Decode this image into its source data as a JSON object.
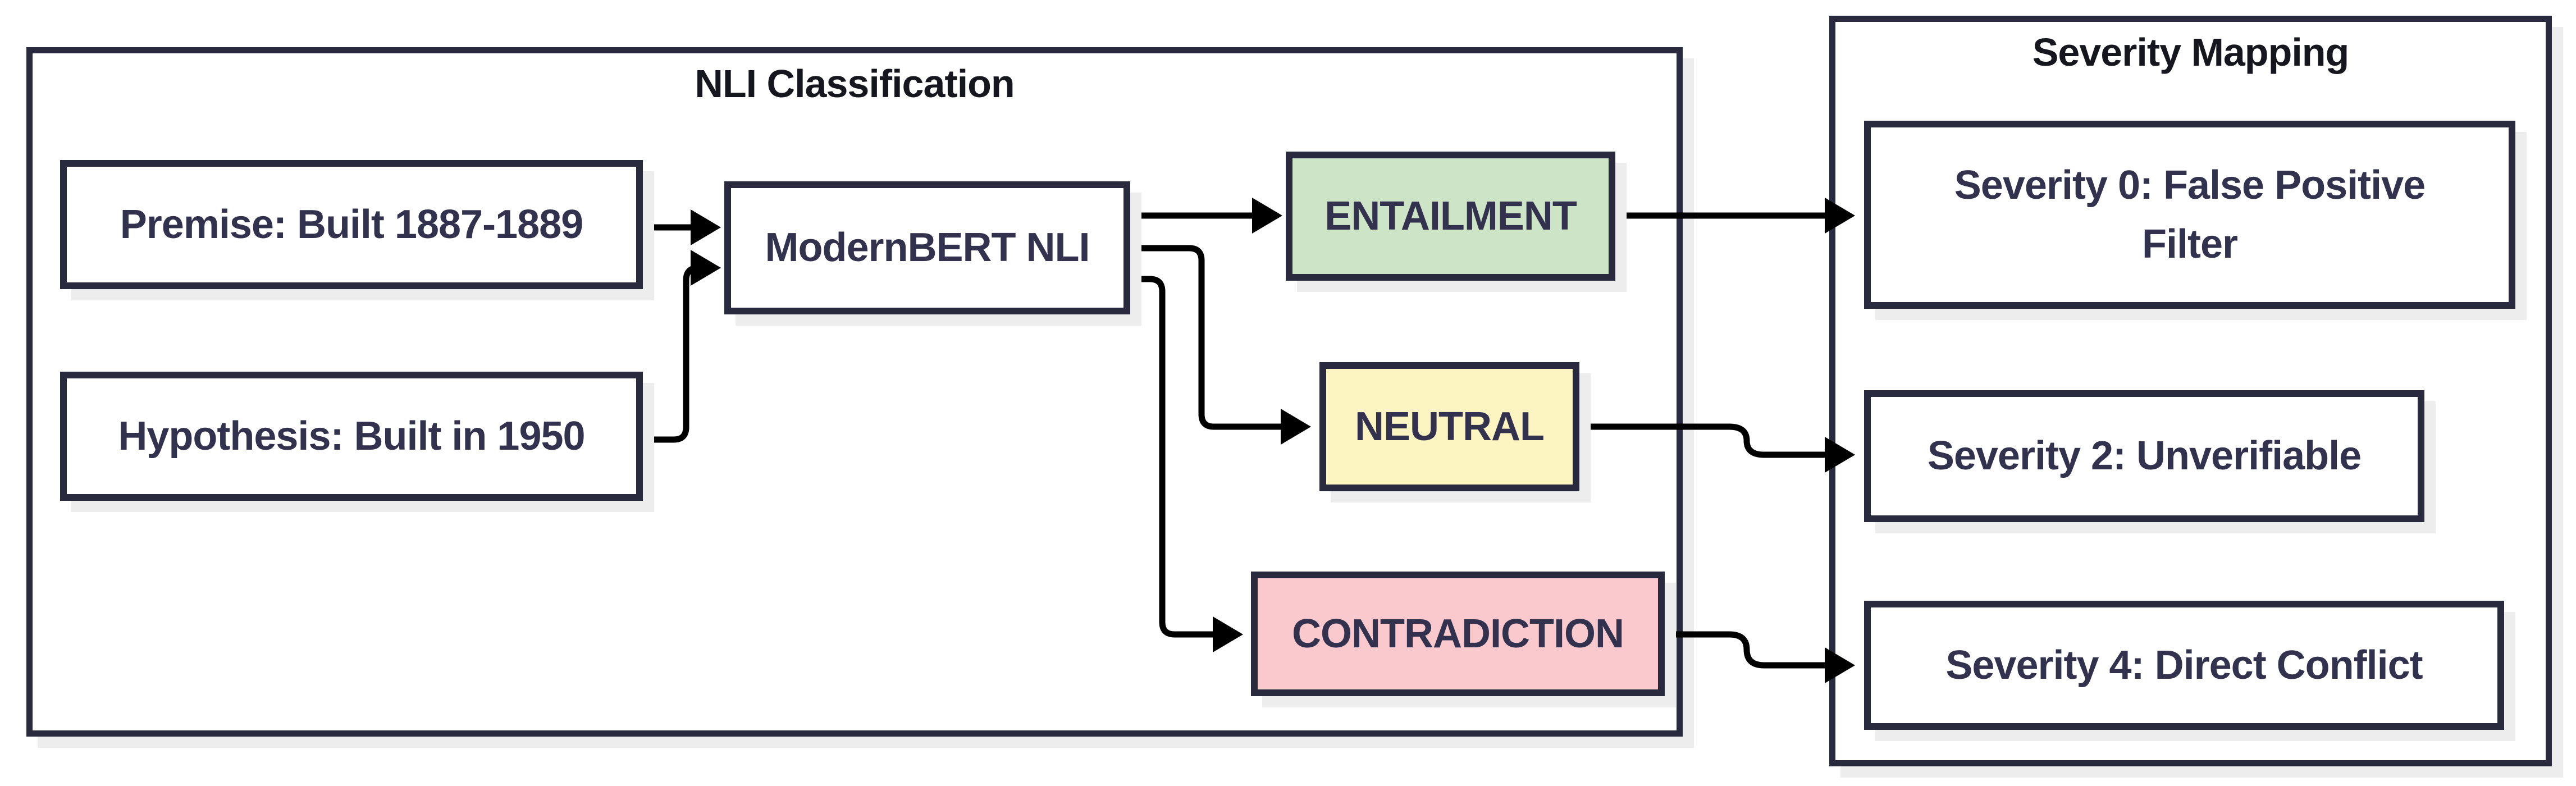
{
  "diagram": {
    "clusters": {
      "nli": {
        "title": "NLI Classification"
      },
      "severity": {
        "title": "Severity Mapping"
      }
    },
    "nodes": {
      "premise": {
        "label": "Premise: Built 1887-1889"
      },
      "hypothesis": {
        "label": "Hypothesis: Built in 1950"
      },
      "model": {
        "label": "ModernBERT NLI"
      },
      "entailment": {
        "label": "ENTAILMENT"
      },
      "neutral": {
        "label": "NEUTRAL"
      },
      "contradiction": {
        "label": "CONTRADICTION"
      },
      "sev0": {
        "label": "Severity 0: False Positive\nFilter"
      },
      "sev2": {
        "label": "Severity 2: Unverifiable"
      },
      "sev4": {
        "label": "Severity 4: Direct Conflict"
      }
    },
    "edges": [
      {
        "from": "premise",
        "to": "model"
      },
      {
        "from": "hypothesis",
        "to": "model"
      },
      {
        "from": "model",
        "to": "entailment"
      },
      {
        "from": "model",
        "to": "neutral"
      },
      {
        "from": "model",
        "to": "contradiction"
      },
      {
        "from": "entailment",
        "to": "sev0"
      },
      {
        "from": "neutral",
        "to": "sev2"
      },
      {
        "from": "contradiction",
        "to": "sev4"
      }
    ],
    "colors": {
      "bg": "#ffffff",
      "ink": "#2a2a3e",
      "text": "#32324e",
      "title": "#16161f",
      "arrow": "#000000",
      "shadow": "#ededed",
      "node-fill": "#ffffff",
      "entailment-fill": "#cde4c7",
      "neutral-fill": "#fcf5c2",
      "contradiction-fill": "#fac9ce"
    }
  }
}
